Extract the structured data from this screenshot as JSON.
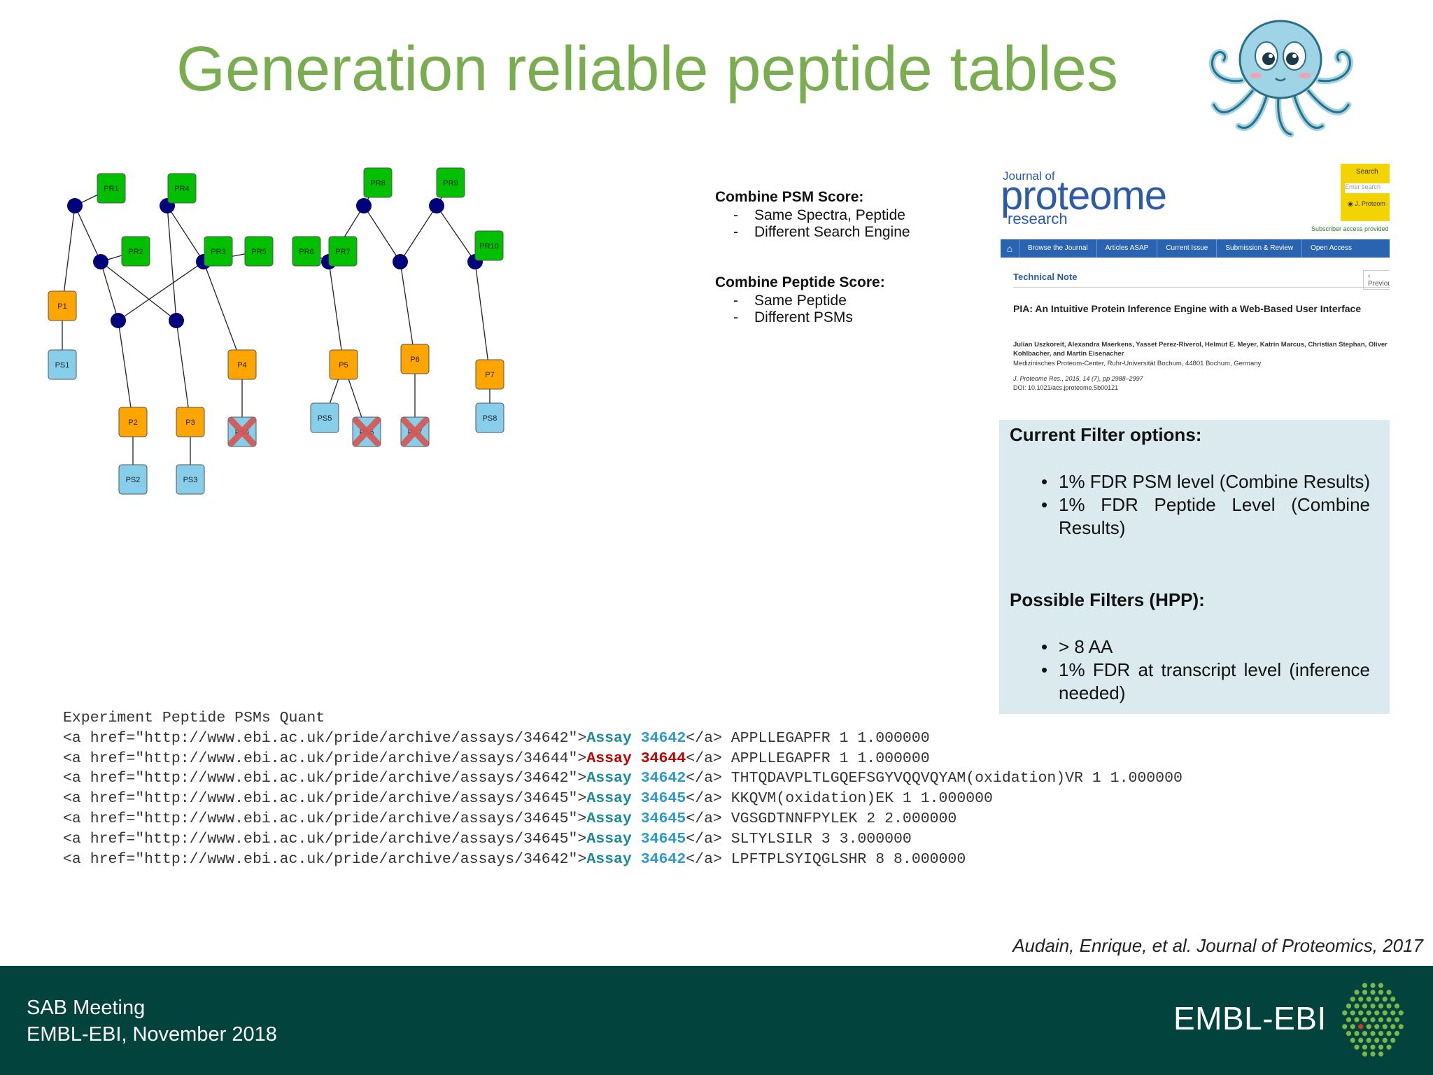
{
  "title": "Generation reliable peptide tables",
  "graph": {
    "proteins": [
      {
        "id": "PR1",
        "label": "PR1"
      },
      {
        "id": "PR2",
        "label": "PR2"
      },
      {
        "id": "PR3",
        "label": "PR3"
      },
      {
        "id": "PR4",
        "label": "PR4"
      },
      {
        "id": "PR5",
        "label": "PR5"
      },
      {
        "id": "PR6",
        "label": "PR6"
      },
      {
        "id": "PR7",
        "label": "PR7"
      },
      {
        "id": "PR8",
        "label": "PR8"
      },
      {
        "id": "PR9",
        "label": "PR9"
      },
      {
        "id": "PR10",
        "label": "PR10"
      }
    ],
    "peptides": [
      {
        "id": "P1",
        "label": "P1"
      },
      {
        "id": "P2",
        "label": "P2"
      },
      {
        "id": "P3",
        "label": "P3"
      },
      {
        "id": "P4",
        "label": "P4"
      },
      {
        "id": "P5",
        "label": "P5"
      },
      {
        "id": "P6",
        "label": "P6"
      },
      {
        "id": "P7",
        "label": "P7"
      }
    ],
    "psms": [
      {
        "id": "PS1",
        "label": "PS1",
        "filtered": false
      },
      {
        "id": "PS2",
        "label": "PS2",
        "filtered": false
      },
      {
        "id": "PS3",
        "label": "PS3",
        "filtered": false
      },
      {
        "id": "PS4",
        "label": "PS4",
        "filtered": true
      },
      {
        "id": "PS5",
        "label": "PS5",
        "filtered": false
      },
      {
        "id": "PS6",
        "label": "PS6",
        "filtered": true
      },
      {
        "id": "PS7",
        "label": "PS7",
        "filtered": true
      },
      {
        "id": "PS8",
        "label": "PS8",
        "filtered": false
      }
    ],
    "colors": {
      "protein": "#00c000",
      "peptide": "#ffa500",
      "psm": "#87ceeb",
      "group": "#00007a",
      "cross": "#d9534f"
    }
  },
  "notes": {
    "psm_head": "Combine PSM Score:",
    "psm_items": [
      "Same Spectra, Peptide",
      "Different Search Engine"
    ],
    "pep_head": "Combine Peptide Score:",
    "pep_items": [
      "Same Peptide",
      "Different PSMs"
    ],
    "dash": "-"
  },
  "journal": {
    "of": "Journal of",
    "name": "proteome",
    "sub": "research",
    "search_label": "Search",
    "search_placeholder": "Enter search",
    "search_radio": "J. Proteom",
    "subscriber": "Subscriber access provided",
    "nav": [
      "Browse the Journal",
      "Articles ASAP",
      "Current Issue",
      "Submission & Review",
      "Open Access"
    ],
    "section": "Technical Note",
    "prev": "Previous",
    "article_title": "PIA: An Intuitive Protein Inference Engine with a Web-Based User Interface",
    "authors": "Julian Uszkoreit, Alexandra Maerkens, Yasset Perez-Riverol, Helmut E. Meyer, Katrin Marcus, Christian Stephan, Oliver Kohlbacher, and Martin Eisenacher",
    "affiliation": "Medizinisches Proteom-Center, Ruhr-Universität Bochum, 44801 Bochum, Germany",
    "citation": "J. Proteome Res., 2015, 14 (7), pp 2988–2997",
    "doi": "DOI: 10.1021/acs.jproteome.5b00121"
  },
  "filters": {
    "current_head": "Current Filter options:",
    "current_items": [
      "1% FDR PSM level (Combine Results)",
      "1% FDR Peptide Level (Combine Results)"
    ],
    "possible_head": "Possible Filters (HPP):",
    "possible_items": [
      "> 8 AA",
      "1% FDR at transcript level (inference needed)"
    ]
  },
  "table": {
    "header": "Experiment Peptide PSMs Quant",
    "rows": [
      {
        "href": "http://www.ebi.ac.uk/pride/archive/assays/34642",
        "assay_word": "Assay",
        "assay_num": "34642",
        "rest": "APPLLEGAPFR 1 1.000000",
        "highlight": false
      },
      {
        "href": "http://www.ebi.ac.uk/pride/archive/assays/34644",
        "assay_word": "Assay",
        "assay_num": "34644",
        "rest": "APPLLEGAPFR 1 1.000000",
        "highlight": true
      },
      {
        "href": "http://www.ebi.ac.uk/pride/archive/assays/34642",
        "assay_word": "Assay",
        "assay_num": "34642",
        "rest": "THTQDAVPLTLGQEFSGYVQQVQYAM(oxidation)VR 1 1.000000",
        "highlight": false
      },
      {
        "href": "http://www.ebi.ac.uk/pride/archive/assays/34645",
        "assay_word": "Assay",
        "assay_num": "34645",
        "rest": "KKQVM(oxidation)EK 1 1.000000",
        "highlight": false
      },
      {
        "href": "http://www.ebi.ac.uk/pride/archive/assays/34645",
        "assay_word": "Assay",
        "assay_num": "34645",
        "rest": "VGSGDTNNFPYLEK 2 2.000000",
        "highlight": false
      },
      {
        "href": "http://www.ebi.ac.uk/pride/archive/assays/34645",
        "assay_word": "Assay",
        "assay_num": "34645",
        "rest": "SLTYLSILR 3 3.000000",
        "highlight": false
      },
      {
        "href": "http://www.ebi.ac.uk/pride/archive/assays/34642",
        "assay_word": "Assay",
        "assay_num": "34642",
        "rest": "LPFTPLSYIQGLSHR 8 8.000000",
        "highlight": false
      }
    ],
    "colors": {
      "assay_word": "#1a8a9a",
      "assay_num": "#2a9ad0",
      "highlight": "#c00000"
    }
  },
  "citation": "Audain, Enrique, et al. Journal of Proteomics, 2017",
  "footer": {
    "line1": "SAB Meeting",
    "line2": "EMBL-EBI, November 2018",
    "logo": "EMBL-EBI"
  }
}
